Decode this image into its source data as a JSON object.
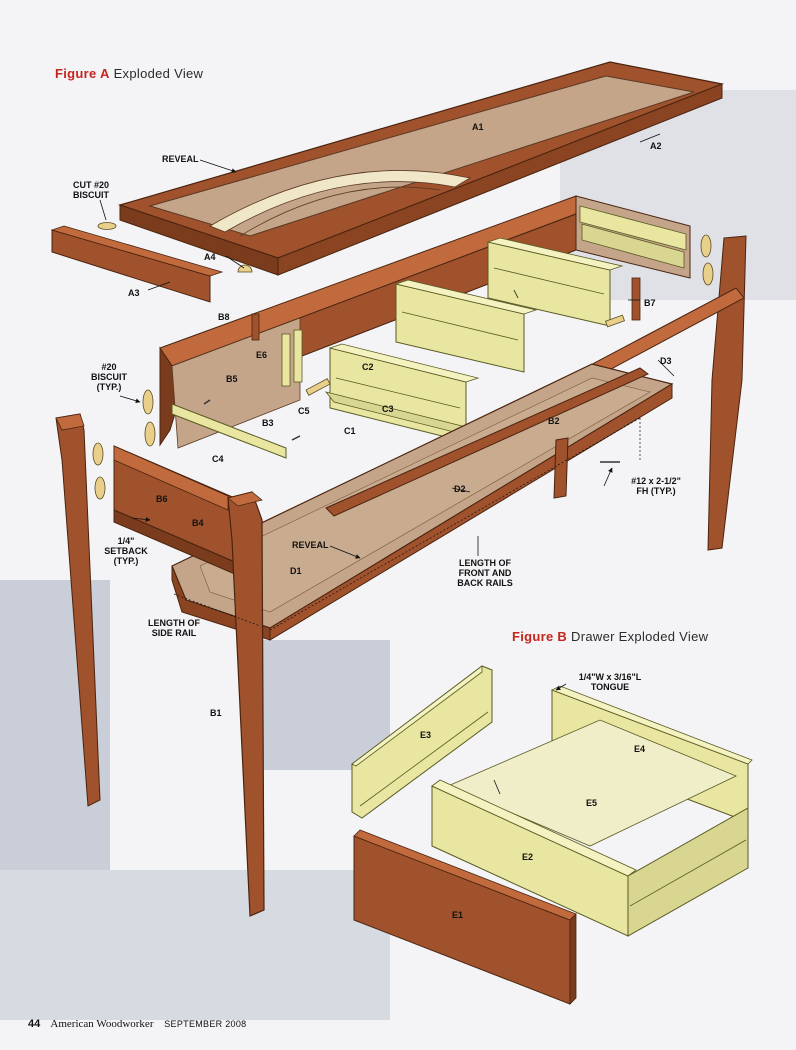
{
  "figure_a": {
    "prefix": "Figure A",
    "title": "Exploded View",
    "labels": {
      "A1": "A1",
      "A2": "A2",
      "A3": "A3",
      "A4": "A4",
      "reveal_top": "REVEAL",
      "cut_biscuit": "CUT #20\nBISCUIT",
      "B1": "B1",
      "B2": "B2",
      "B3": "B3",
      "B4": "B4",
      "B5": "B5",
      "B6": "B6",
      "B7": "B7",
      "B8": "B8",
      "biscuit_typ": "#20\nBISCUIT\n(TYP.)",
      "C1": "C1",
      "C2": "C2",
      "C3": "C3",
      "C4": "C4",
      "C5": "C5",
      "D1": "D1",
      "D2": "D2",
      "D3": "D3",
      "E6": "E6",
      "screw": "#12 x 2-1/2\"\nFH (TYP.)",
      "setback": "1/4\"\nSETBACK\n(TYP.)",
      "reveal_bottom": "REVEAL",
      "front_back_rails": "LENGTH OF\nFRONT AND\nBACK RAILS",
      "side_rail": "LENGTH OF\nSIDE RAIL"
    }
  },
  "figure_b": {
    "prefix": "Figure B",
    "title": "Drawer Exploded View",
    "labels": {
      "tongue": "1/4\"W x 3/16\"L\nTONGUE",
      "E1": "E1",
      "E2": "E2",
      "E3": "E3",
      "E4": "E4",
      "E5": "E5"
    }
  },
  "footer": {
    "page_number": "44",
    "magazine": "American Woodworker",
    "issue": "SEPTEMBER 2008"
  },
  "colors": {
    "cherry": "#a0522d",
    "cherry_dark": "#6e3519",
    "panel": "#c4a58a",
    "poplar": "#e8e6a0",
    "title_red": "#c4261d"
  }
}
